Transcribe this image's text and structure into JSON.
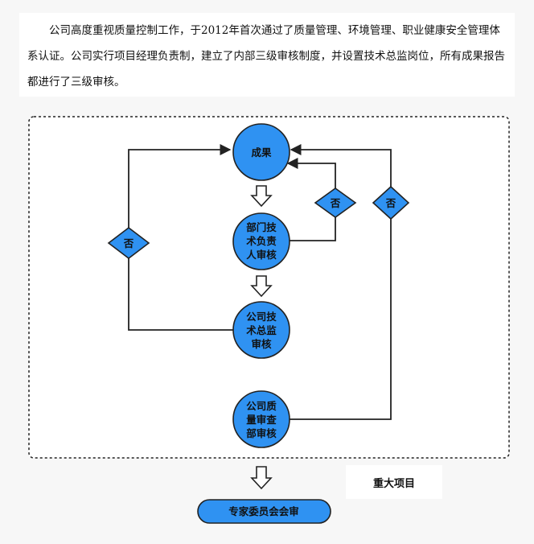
{
  "intro": {
    "text": "公司高度重视质量控制工作，于2012年首次通过了质量管理、环境管理、职业健康安全管理体系认证。公司实行项目经理负责制，建立了内部三级审核制度，并设置技术总监岗位，所有成果报告都进行了三级审核。"
  },
  "diagram": {
    "nodes": {
      "result": [
        "成果"
      ],
      "dept": [
        "部门技",
        "术负责",
        "人审核"
      ],
      "director": [
        "公司技",
        "术总监",
        "审核"
      ],
      "qc": [
        "公司质",
        "量审查",
        "部审核"
      ]
    },
    "decisions": {
      "left": "否",
      "mid": "否",
      "right": "否"
    },
    "expert_review": "专家委员会会审",
    "major_project": "重大项目"
  },
  "colors": {
    "node_fill": "#2f92f2",
    "stroke": "#222222",
    "background": "#f7f7f7"
  }
}
